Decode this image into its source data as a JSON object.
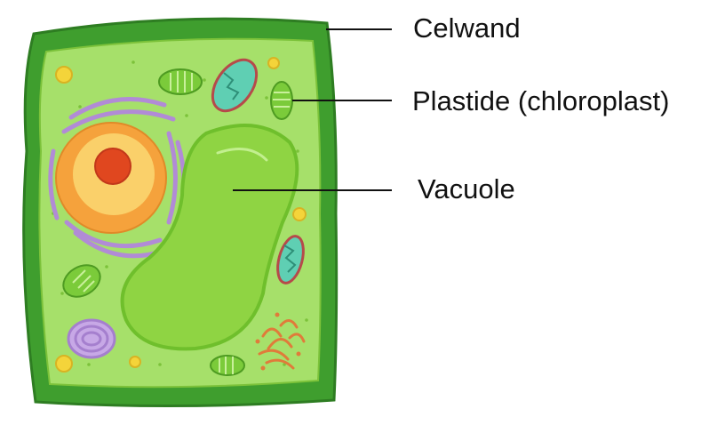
{
  "labels": {
    "celwand": "Celwand",
    "plastide": "Plastide (chloroplast)",
    "vacuole": "Vacuole"
  },
  "colors": {
    "cell_wall": "#3f9e2e",
    "cell_wall_dark": "#2e7d22",
    "cytoplasm": "#a6e06a",
    "vacuole": "#8fd443",
    "vacuole_edge": "#6fbf2c",
    "nucleus_outer": "#f5a23c",
    "nucleus_inner": "#fad06a",
    "nucleolus": "#e0471f",
    "golgi": "#b18bd6",
    "chloroplast": "#7bcb3a",
    "mitochondria": "#5fcfb3",
    "mitochondria_edge": "#b64a4a",
    "vesicle": "#f4d43a",
    "leader_line": "#111111"
  }
}
